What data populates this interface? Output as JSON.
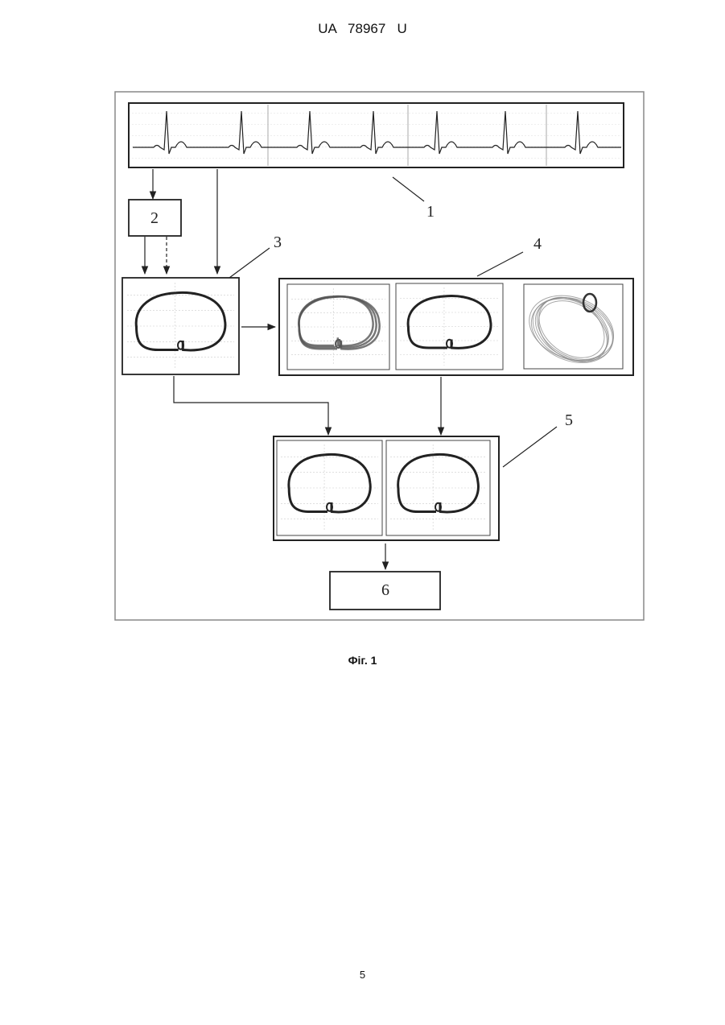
{
  "header": {
    "doc_number": "UA   78967   U"
  },
  "figure": {
    "caption": "Фіг. 1",
    "labels": {
      "ecg_strip": "1",
      "block_2": "2",
      "phase_portrait": "3",
      "reference_set": "4",
      "comparison_set": "5",
      "block_6": "6"
    }
  },
  "page_number": "5"
}
